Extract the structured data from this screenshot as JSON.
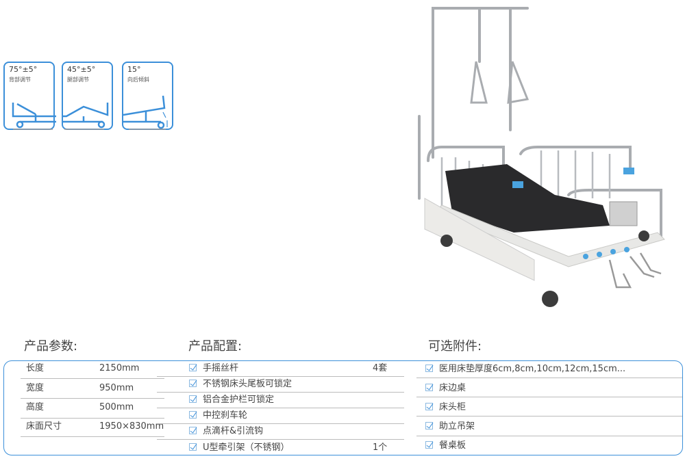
{
  "modes": [
    {
      "angle": "75°±5°",
      "label": "背部调节"
    },
    {
      "angle": "45°±5°",
      "label": "腿部调节"
    },
    {
      "angle": "15°",
      "label": "向后倾斜"
    }
  ],
  "params": {
    "title": "产品参数:",
    "rows": [
      {
        "label": "长度",
        "value": "2150mm"
      },
      {
        "label": "宽度",
        "value": "950mm"
      },
      {
        "label": "高度",
        "value": "500mm"
      },
      {
        "label": "床面尺寸",
        "value": "1950×830mm"
      }
    ]
  },
  "config": {
    "title": "产品配置:",
    "items": [
      {
        "label": "手摇丝杆",
        "qty": "4套"
      },
      {
        "label": "不锈钢床头尾板可锁定",
        "qty": ""
      },
      {
        "label": "铝合金护栏可锁定",
        "qty": ""
      },
      {
        "label": "中控刹车轮",
        "qty": ""
      },
      {
        "label": "点滴杆&引流钩",
        "qty": ""
      },
      {
        "label": "U型牵引架（不锈钢）",
        "qty": "1个"
      }
    ]
  },
  "optional": {
    "title": "可选附件:",
    "items": [
      "医用床垫厚度6cm,8cm,10cm,12cm,15cm...",
      "床边桌",
      "床头柜",
      "助立吊架",
      "餐桌板"
    ]
  },
  "colors": {
    "accent": "#3b8fd9"
  }
}
